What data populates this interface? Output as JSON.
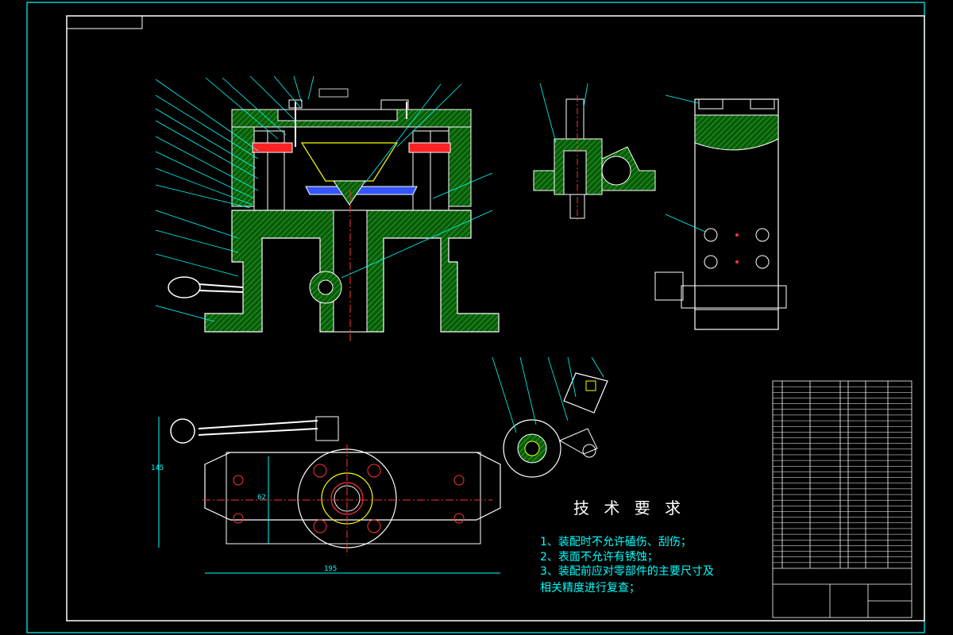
{
  "technical_requirements": {
    "title": "技 术 要 求",
    "items": [
      "1、装配时不允许磕伤、刮伤；",
      "2、表面不允许有锈蚀；",
      "3、装配前应对零部件的主要尺寸及",
      "相关精度进行复查；"
    ]
  },
  "dimensions": {
    "width_label": "195",
    "height_label": "62",
    "side_height": "145"
  },
  "colors": {
    "background": "#000000",
    "frame": "#00ffff",
    "outline": "#ffffff",
    "hatch": "#00aa00",
    "leader": "#00ffff",
    "centerline": "#ff0000",
    "labels": "#ffff00"
  }
}
